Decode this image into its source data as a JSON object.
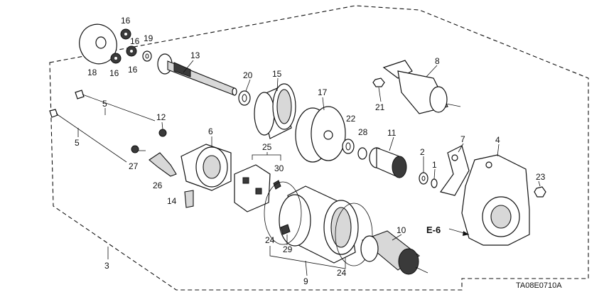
{
  "diagram": {
    "callouts": [
      "1",
      "2",
      "3",
      "4",
      "5",
      "5",
      "6",
      "7",
      "8",
      "9",
      "10",
      "11",
      "12",
      "13",
      "14",
      "15",
      "16",
      "16",
      "16",
      "16",
      "17",
      "18",
      "19",
      "20",
      "21",
      "22",
      "23",
      "24",
      "24",
      "25",
      "26",
      "27",
      "28",
      "29",
      "30"
    ],
    "reference": "E-6",
    "drawing_code": "TA08E0710A"
  }
}
